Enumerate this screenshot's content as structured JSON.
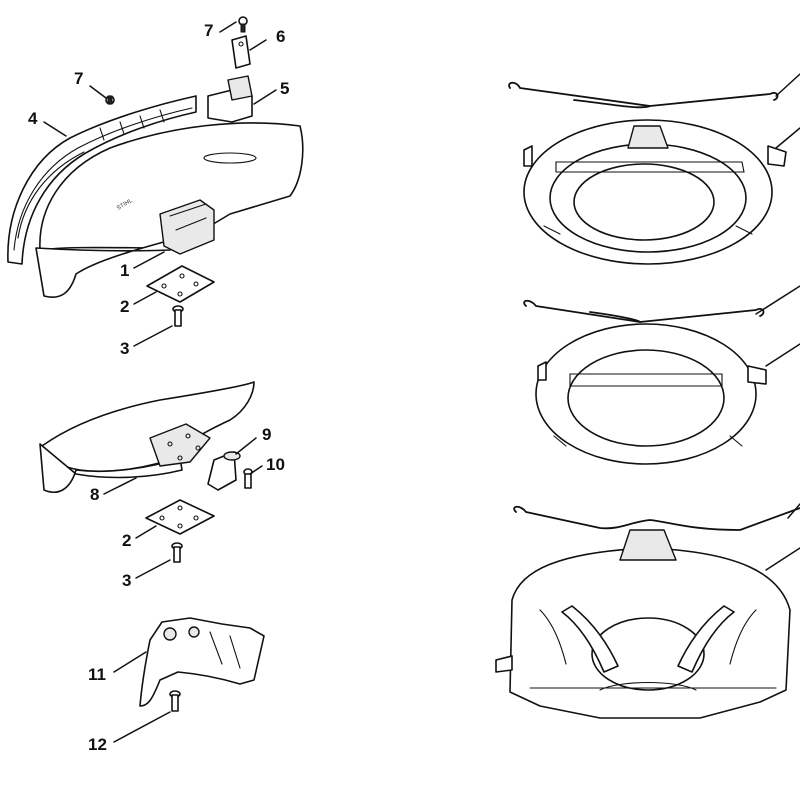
{
  "callouts": [
    {
      "id": "c7a",
      "label": "7"
    },
    {
      "id": "c6",
      "label": "6"
    },
    {
      "id": "c7b",
      "label": "7"
    },
    {
      "id": "c5",
      "label": "5"
    },
    {
      "id": "c4",
      "label": "4"
    },
    {
      "id": "c1",
      "label": "1"
    },
    {
      "id": "c2a",
      "label": "2"
    },
    {
      "id": "c3a",
      "label": "3"
    },
    {
      "id": "c9",
      "label": "9"
    },
    {
      "id": "c10",
      "label": "10"
    },
    {
      "id": "c8",
      "label": "8"
    },
    {
      "id": "c2b",
      "label": "2"
    },
    {
      "id": "c3b",
      "label": "3"
    },
    {
      "id": "c11",
      "label": "11"
    },
    {
      "id": "c12",
      "label": "12"
    }
  ]
}
